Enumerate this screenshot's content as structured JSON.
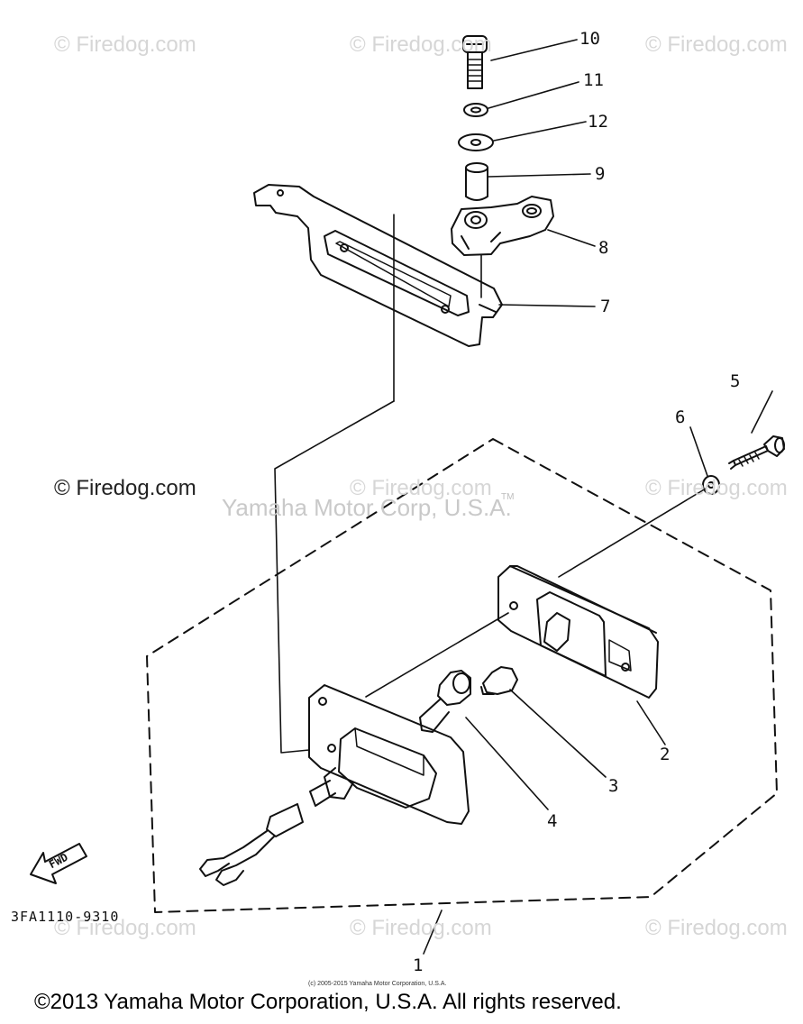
{
  "watermarks": {
    "tile": "© Firedog.com",
    "prominent": "© Firedog.com",
    "corp": "Yamaha Motor Corp, U.S.A.",
    "tm": "TM"
  },
  "callouts": [
    "1",
    "2",
    "3",
    "4",
    "5",
    "6",
    "7",
    "8",
    "9",
    "10",
    "11",
    "12"
  ],
  "diagram_code": "3FA1110-9310",
  "fwd_label": "FWD",
  "fine_print": "(c) 2005-2015 Yamaha Motor Corporation, U.S.A.",
  "copyright": "©2013 Yamaha Motor Corporation, U.S.A. All rights reserved."
}
